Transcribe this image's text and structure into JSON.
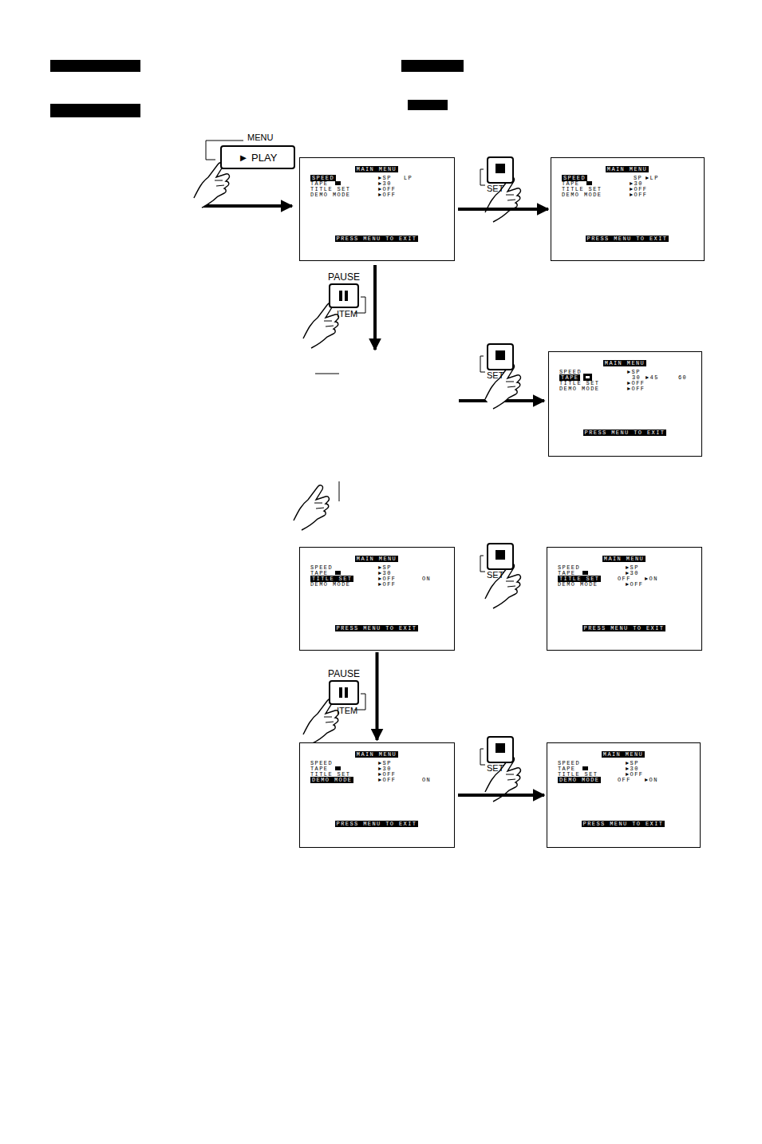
{
  "diagram": {
    "nodes": [
      {
        "text": [
          "MENU",
          "► PLAY"
        ]
      },
      {
        "text": [
          "MAIN MENU",
          "SPEED",
          "►SP",
          "LP",
          "TAPE",
          "►30",
          "TITLE SET",
          "►OFF",
          "DEMO MODE",
          "►OFF",
          "PRESS MENU TO EXIT"
        ]
      },
      {
        "text": [
          "SET"
        ]
      },
      {
        "text": [
          "MAIN MENU",
          "SPEED",
          "SP",
          "►LP",
          "TAPE",
          "►30",
          "TITLE SET",
          "►OFF",
          "DEMO MODE",
          "►OFF",
          "PRESS MENU TO EXIT"
        ]
      },
      {
        "text": [
          "PAUSE",
          "ITEM"
        ]
      },
      {
        "text": [
          "SET"
        ]
      },
      {
        "text": [
          "MAIN MENU",
          "SPEED",
          "►SP",
          "TAPE",
          "30",
          "►45",
          "60",
          "TITLE SET",
          "►OFF",
          "DEMO MODE",
          "►OFF",
          "PRESS MENU TO EXIT"
        ]
      },
      {
        "text": [
          "MAIN MENU",
          "SPEED",
          "►SP",
          "TAPE",
          "►30",
          "TITLE SET",
          "►OFF",
          "ON",
          "DEMO MODE",
          "►OFF",
          "PRESS MENU TO EXIT"
        ]
      },
      {
        "text": [
          "SET"
        ]
      },
      {
        "text": [
          "MAIN MENU",
          "SPEED",
          "►SP",
          "TAPE",
          "►30",
          "TITLE SET",
          "OFF",
          "►ON",
          "DEMO MODE",
          "►OFF",
          "PRESS MENU TO EXIT"
        ]
      },
      {
        "text": [
          "PAUSE",
          "ITEM"
        ]
      },
      {
        "text": [
          "MAIN MENU",
          "SPEED",
          "►SP",
          "TAPE",
          "►30",
          "TITLE SET",
          "►OFF",
          "DEMO MODE",
          "►OFF",
          "ON",
          "PRESS MENU TO EXIT"
        ]
      },
      {
        "text": [
          "SET"
        ]
      },
      {
        "text": [
          "MAIN MENU",
          "SPEED",
          "►SP",
          "TAPE",
          "►30",
          "TITLE SET",
          "►OFF",
          "DEMO MODE",
          "OFF",
          "►ON",
          "PRESS MENU TO EXIT"
        ]
      }
    ],
    "edges": [
      {
        "from": 1,
        "to": 3,
        "arrow": "to"
      },
      {
        "from": 7,
        "to": 11,
        "arrow": "to"
      },
      {
        "from": 11,
        "to": 13,
        "arrow": "to"
      }
    ]
  }
}
